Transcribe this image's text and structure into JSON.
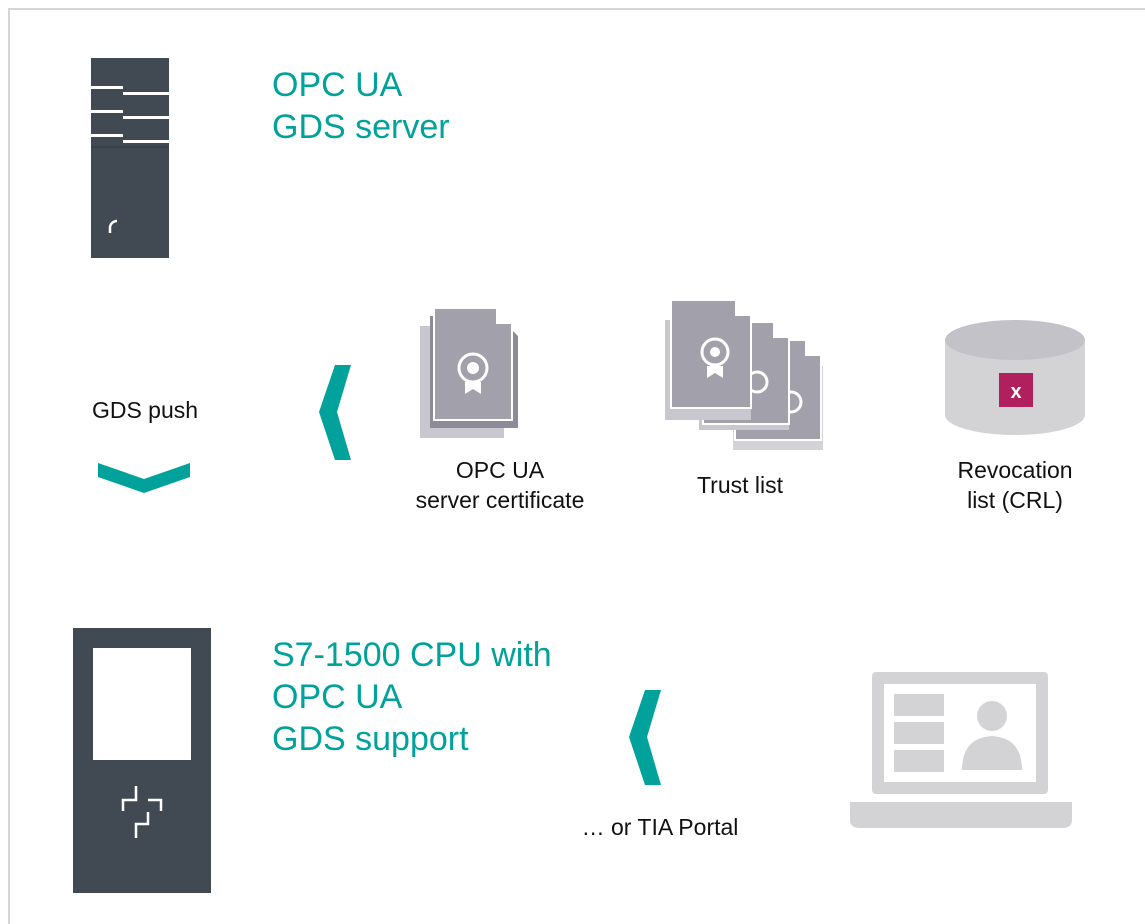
{
  "gds_server": {
    "title_lines": [
      "OPC UA",
      "GDS server"
    ],
    "icon": "server-tower-icon"
  },
  "push": {
    "label": "GDS push",
    "arrow_icon": "chevron-down-icon"
  },
  "items": [
    {
      "icon": "certificate-icon",
      "label_lines": [
        "OPC UA",
        "server certificate"
      ]
    },
    {
      "icon": "certificate-stack-icon",
      "label_lines": [
        "Trust list"
      ]
    },
    {
      "icon": "revocation-database-icon",
      "label_lines": [
        "Revocation",
        "list (CRL)"
      ],
      "mark": "x"
    }
  ],
  "cpu": {
    "title_lines": [
      "S7-1500 CPU with",
      "OPC UA",
      "GDS support"
    ],
    "icon": "plc-cpu-icon"
  },
  "tia": {
    "label": "… or TIA Portal",
    "icon": "laptop-icon"
  },
  "colors": {
    "accent": "#00a29b",
    "device": "#414a52",
    "gray_icon": "#a2a0ab",
    "light_icon": "#d3d3d6",
    "crl_mark": "#b0205f"
  }
}
